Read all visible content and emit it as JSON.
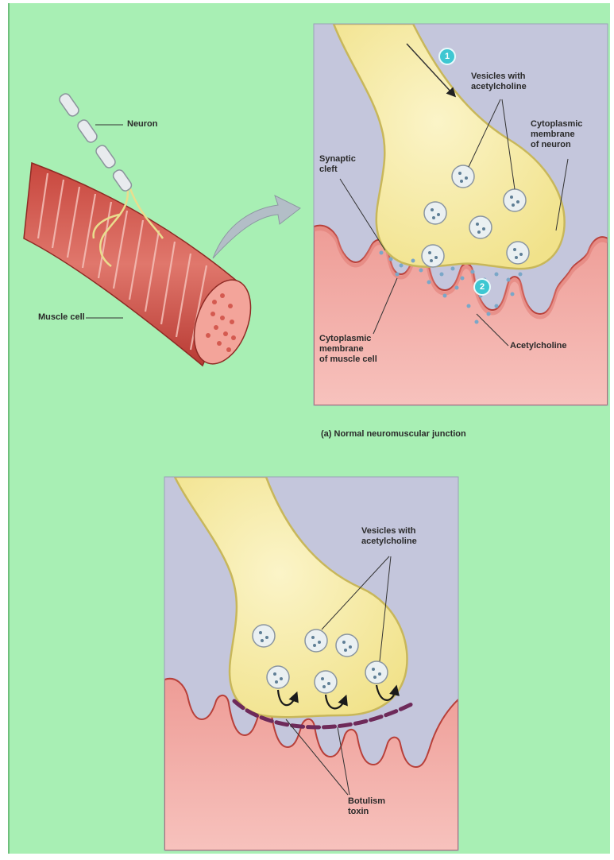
{
  "labels": {
    "neuron": "Neuron",
    "muscle_cell": "Muscle cell",
    "synaptic_cleft": "Synaptic\ncleft",
    "vesicles_top": "Vesicles with\nacetylcholine",
    "cyto_membrane_neuron": "Cytoplasmic\nmembrane\nof neuron",
    "cyto_membrane_muscle": "Cytoplasmic\nmembrane\nof muscle cell",
    "acetylcholine": "Acetylcholine",
    "vesicles_bottom": "Vesicles with\nacetylcholine",
    "botulism_toxin": "Botulism\ntoxin"
  },
  "caption_a": "(a)  Normal neuromuscular junction",
  "steps": {
    "one": "1",
    "two": "2"
  },
  "colors": {
    "background": "#a8efb4",
    "panel_bg": "#c4c6dc",
    "neuron_fill": "#f6eb9e",
    "neuron_stroke": "#c8b75a",
    "muscle_fill": "#f0a6a0",
    "muscle_stroke": "#b8403a",
    "toxin": "#6e2a5a",
    "step_badge": "#3ec7d2"
  }
}
